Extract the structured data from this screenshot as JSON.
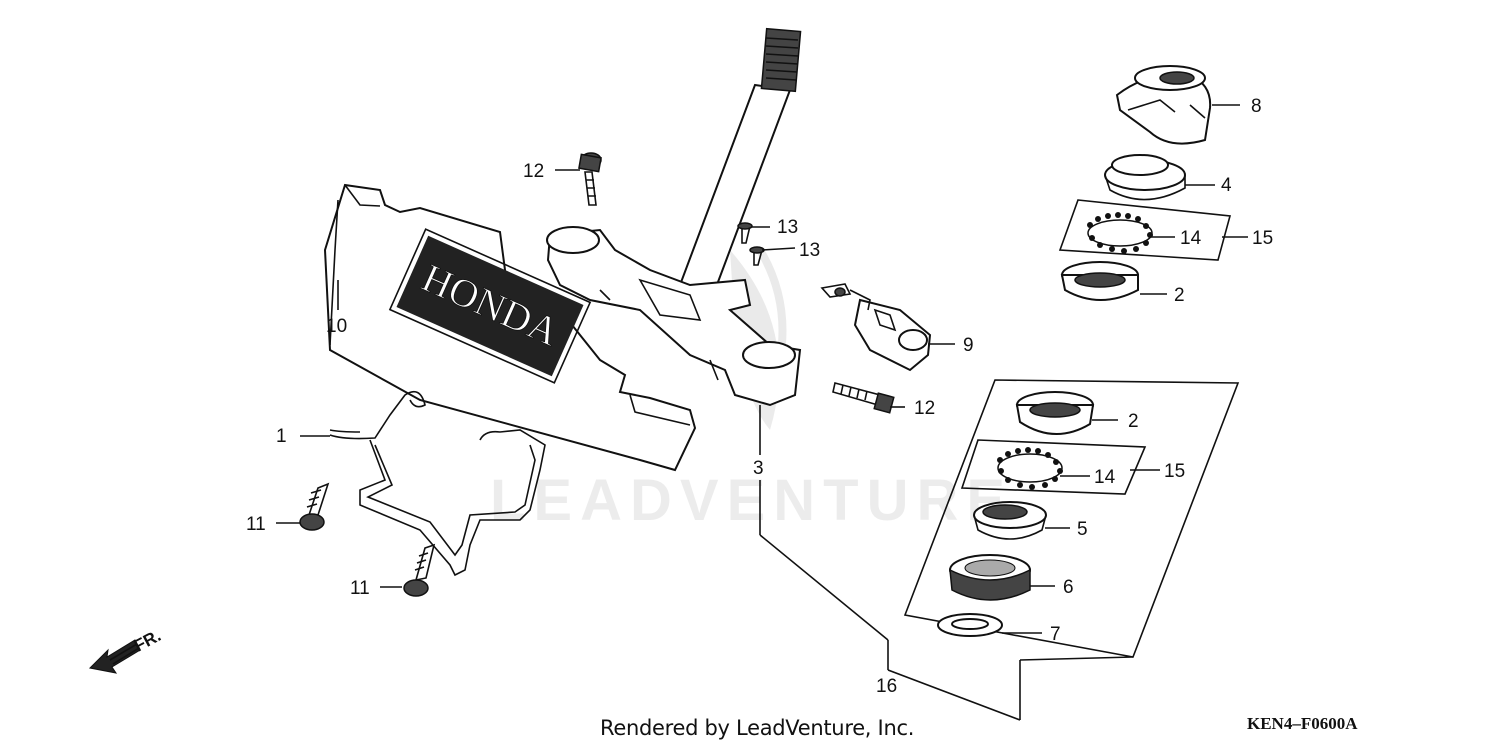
{
  "callouts": {
    "c1": "1",
    "c2a": "2",
    "c2b": "2",
    "c3": "3",
    "c4": "4",
    "c5": "5",
    "c6": "6",
    "c7": "7",
    "c8": "8",
    "c9": "9",
    "c10": "10",
    "c11a": "11",
    "c11b": "11",
    "c12a": "12",
    "c12b": "12",
    "c13a": "13",
    "c13b": "13",
    "c14a": "14",
    "c14b": "14",
    "c15a": "15",
    "c15b": "15",
    "c16": "16"
  },
  "emblem_text": "HONDA",
  "direction_label": "FR.",
  "watermark": "LEADVENTURE",
  "footer": "Rendered by LeadVenture, Inc.",
  "diagram_code": "KEN4–F0600A"
}
